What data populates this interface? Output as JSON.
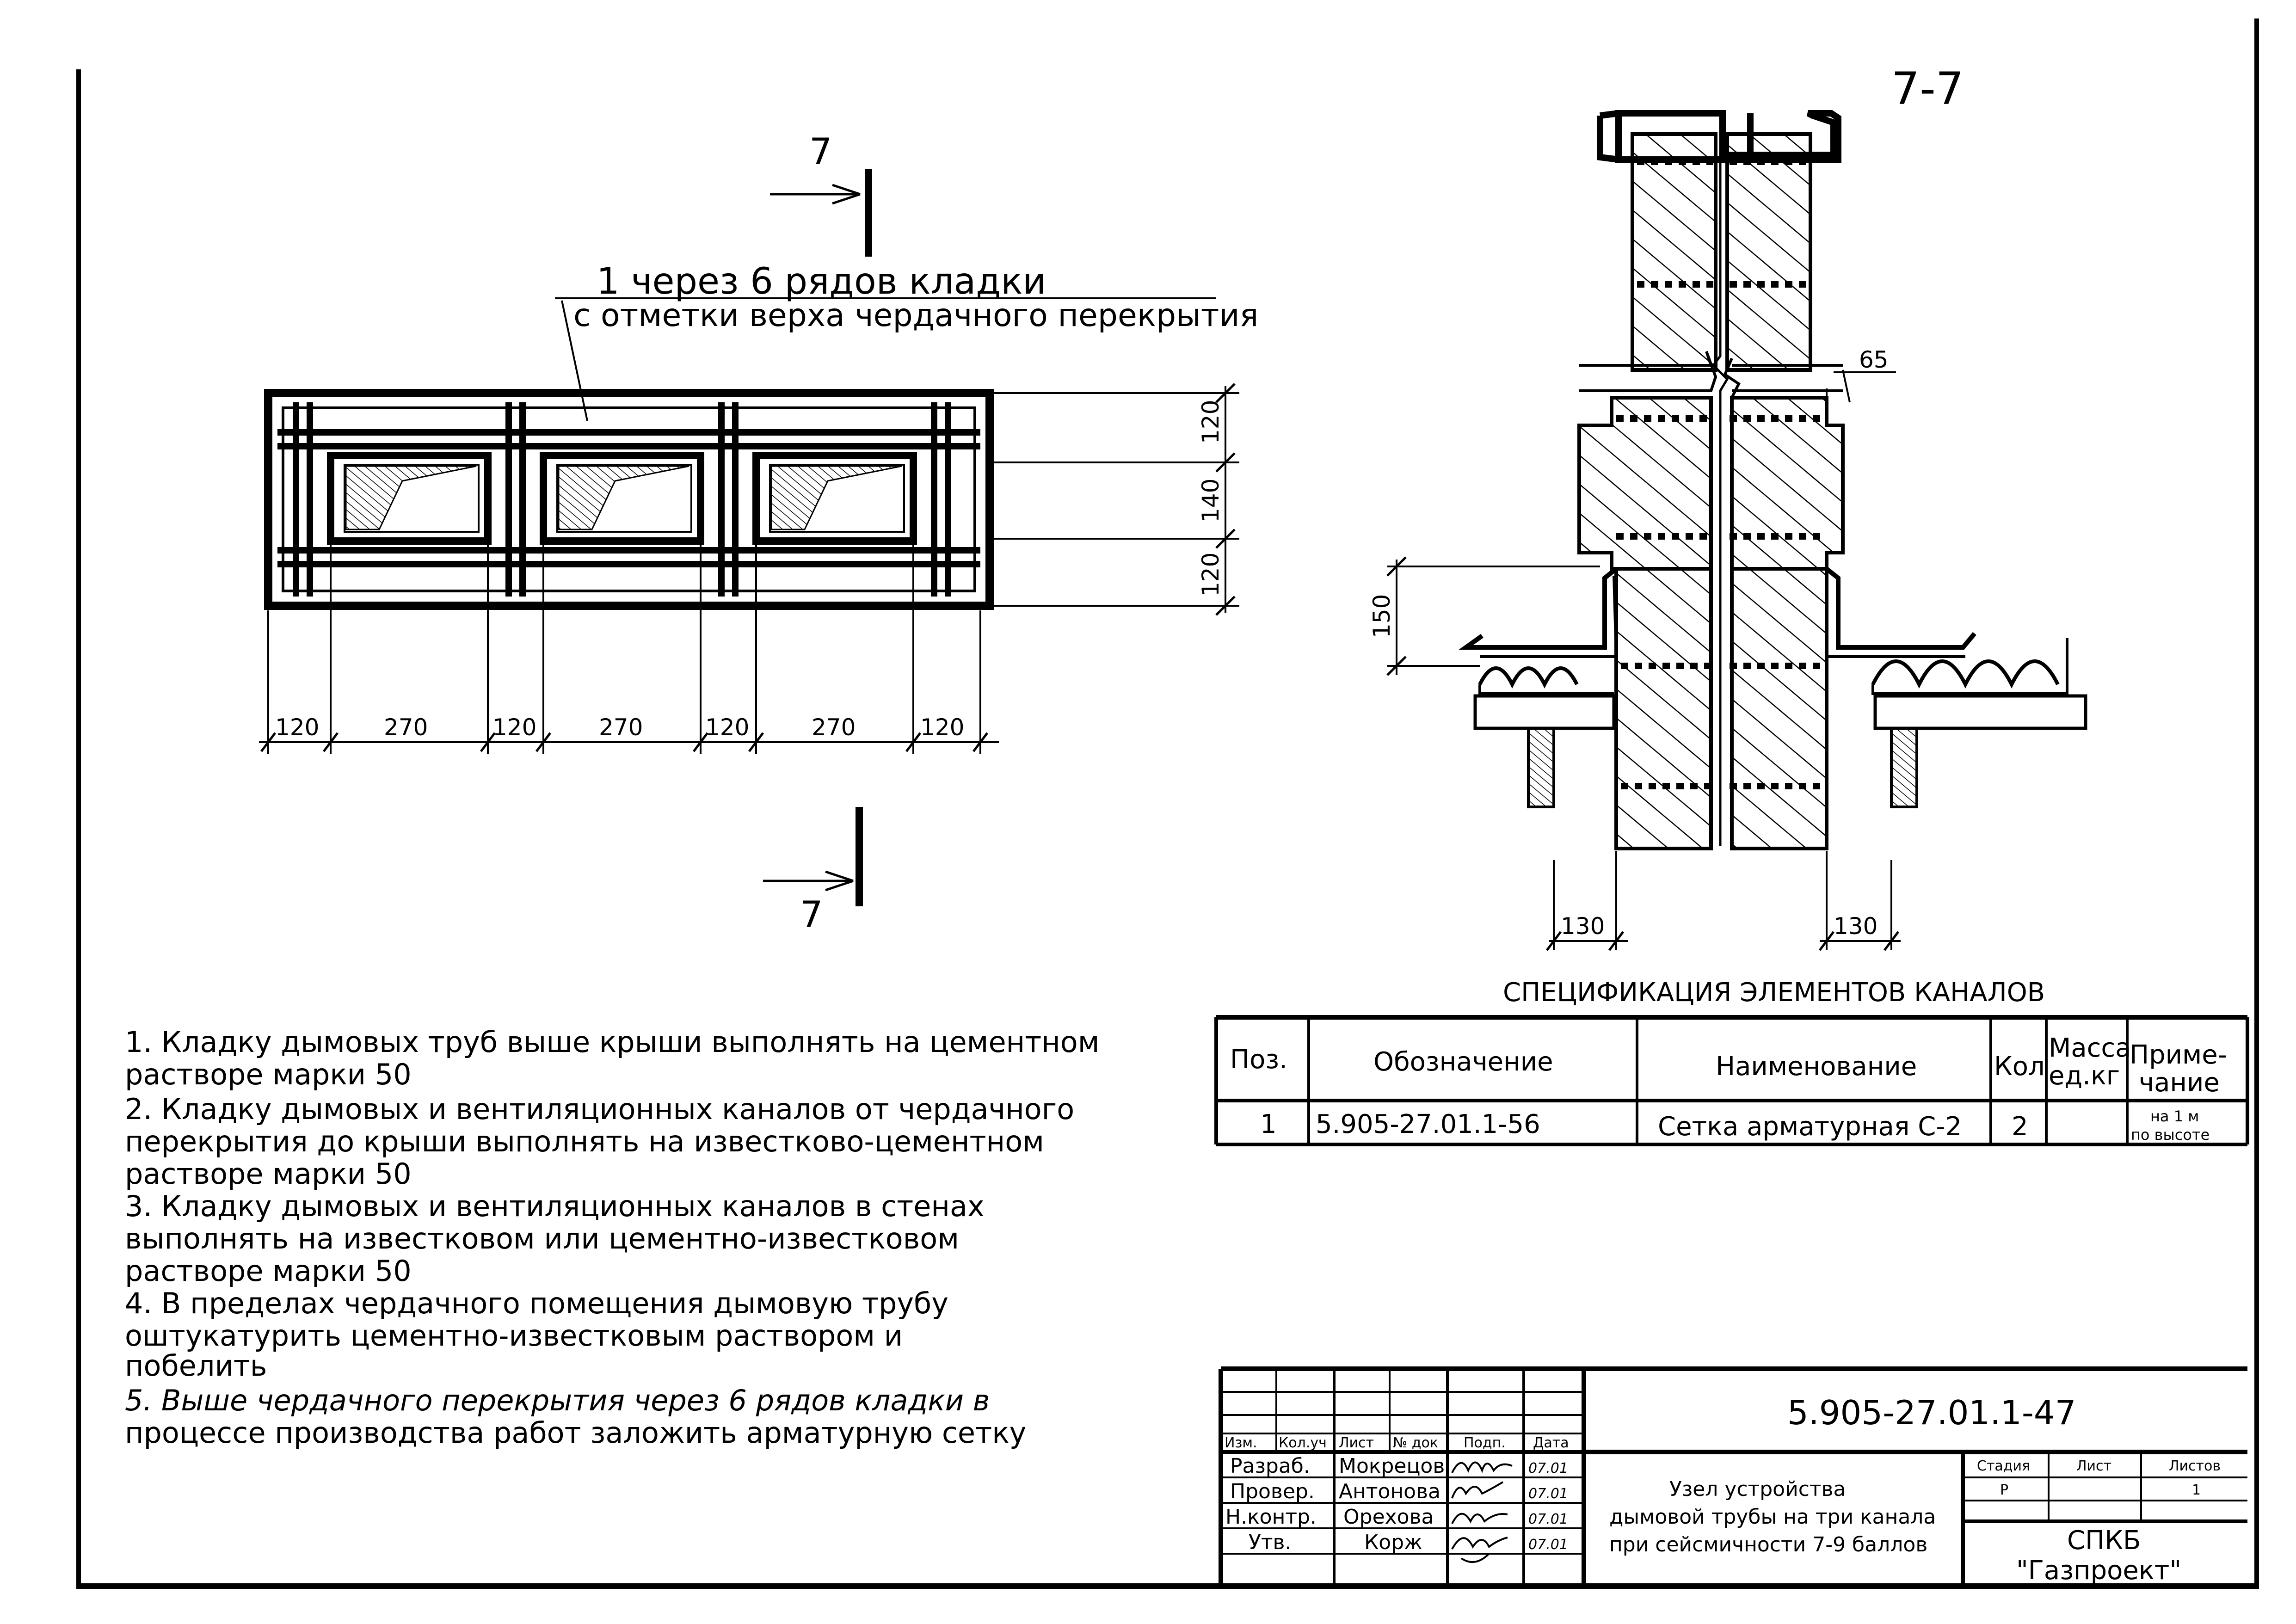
{
  "section": {
    "view_title": "7-7",
    "cut_label_top": "7",
    "cut_label_bottom": "7",
    "callout_line1": "1 через 6 рядов кладки",
    "callout_line2": "с отметки верха чердачного перекрытия"
  },
  "plan_dimensions": {
    "horizontal": [
      "120",
      "270",
      "120",
      "270",
      "120",
      "270",
      "120"
    ],
    "vertical": [
      "120",
      "140",
      "120"
    ]
  },
  "section_dimensions": {
    "ledge": "65",
    "height": "150",
    "left_width": "130",
    "right_width": "130"
  },
  "notes": [
    {
      "line1": "1. Кладку дымовых труб выше крыши выполнять на цементном",
      "line2": "растворе марки 50",
      "line3": ""
    },
    {
      "line1": "2. Кладку дымовых и вентиляционных каналов от чердачного",
      "line2": "перекрытия до крыши выполнять на известково-цементном",
      "line3": "растворе марки 50"
    },
    {
      "line1": "3. Кладку дымовых и вентиляционных каналов в стенах",
      "line2": "выполнять на известковом или цементно-известковом",
      "line3": "растворе марки 50"
    },
    {
      "line1": "4. В пределах чердачного помещения дымовую трубу",
      "line2": "оштукатурить цементно-известковым раствором и",
      "line3": "побелить"
    },
    {
      "line1": "5. Выше чердачного перекрытия через 6 рядов кладки в",
      "line2": "процессе производства работ заложить арматурную сетку",
      "line3": ""
    }
  ],
  "spec_table": {
    "title": "СПЕЦИФИКАЦИЯ ЭЛЕМЕНТОВ КАНАЛОВ",
    "headers": {
      "pos": "Поз.",
      "designation": "Обозначение",
      "name": "Наименование",
      "qty": "Кол",
      "mass_1": "Масса",
      "mass_2": "ед.кг",
      "note_1": "Приме-",
      "note_2": "чание"
    },
    "rows": [
      {
        "pos": "1",
        "designation": "5.905-27.01.1-56",
        "name": "Сетка арматурная С-2",
        "qty": "2",
        "mass": "",
        "note_1": "на 1 м",
        "note_2": "по высоте"
      }
    ]
  },
  "title_block": {
    "code": "5.905-27.01.1-47",
    "col_headers": {
      "izm": "Изм.",
      "kol_uch": "Кол.уч",
      "list": "Лист",
      "n_dok": "№ док",
      "podp": "Подп.",
      "data": "Дата"
    },
    "staff": [
      {
        "role": "Разраб.",
        "name": "Мокрецов",
        "date": "07.01"
      },
      {
        "role": "Провер.",
        "name": "Антонова",
        "date": "07.01"
      },
      {
        "role": "Н.контр.",
        "name": "Орехова",
        "date": "07.01"
      },
      {
        "role": "Утв.",
        "name": "Корж",
        "date": "07.01"
      }
    ],
    "description_1": "Узел устройства",
    "description_2": "дымовой трубы на три канала",
    "description_3": "при сейсмичности 7-9 баллов",
    "stage_label": "Стадия",
    "sheet_label": "Лист",
    "sheets_label": "Листов",
    "stage_value": "Р",
    "sheet_value": "",
    "sheets_value": "1",
    "org_1": "СПКБ",
    "org_2": "\"Газпроект\""
  }
}
